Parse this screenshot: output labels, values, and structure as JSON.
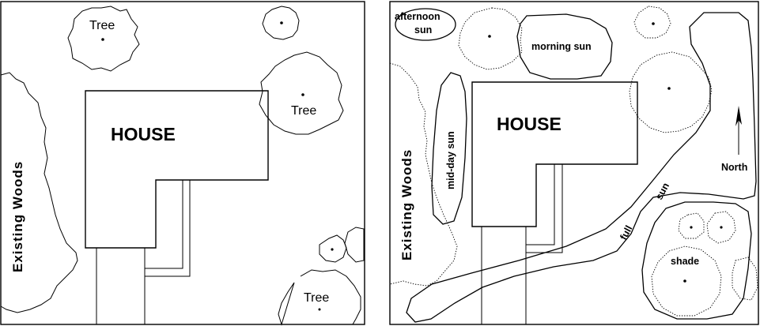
{
  "left_plan": {
    "house_label": "HOUSE",
    "woods_label": "Existing Woods",
    "tree_labels": [
      "Tree",
      "Tree",
      "Tree"
    ]
  },
  "right_plan": {
    "house_label": "HOUSE",
    "woods_label": "Existing Woods",
    "zones": {
      "afternoon_sun": [
        "afternoon",
        "sun"
      ],
      "morning_sun": "morning sun",
      "midday_sun": "mid-day sun",
      "full_sun_1": "full",
      "full_sun_2": "sun",
      "shade": "shade"
    },
    "north_label": "North"
  }
}
